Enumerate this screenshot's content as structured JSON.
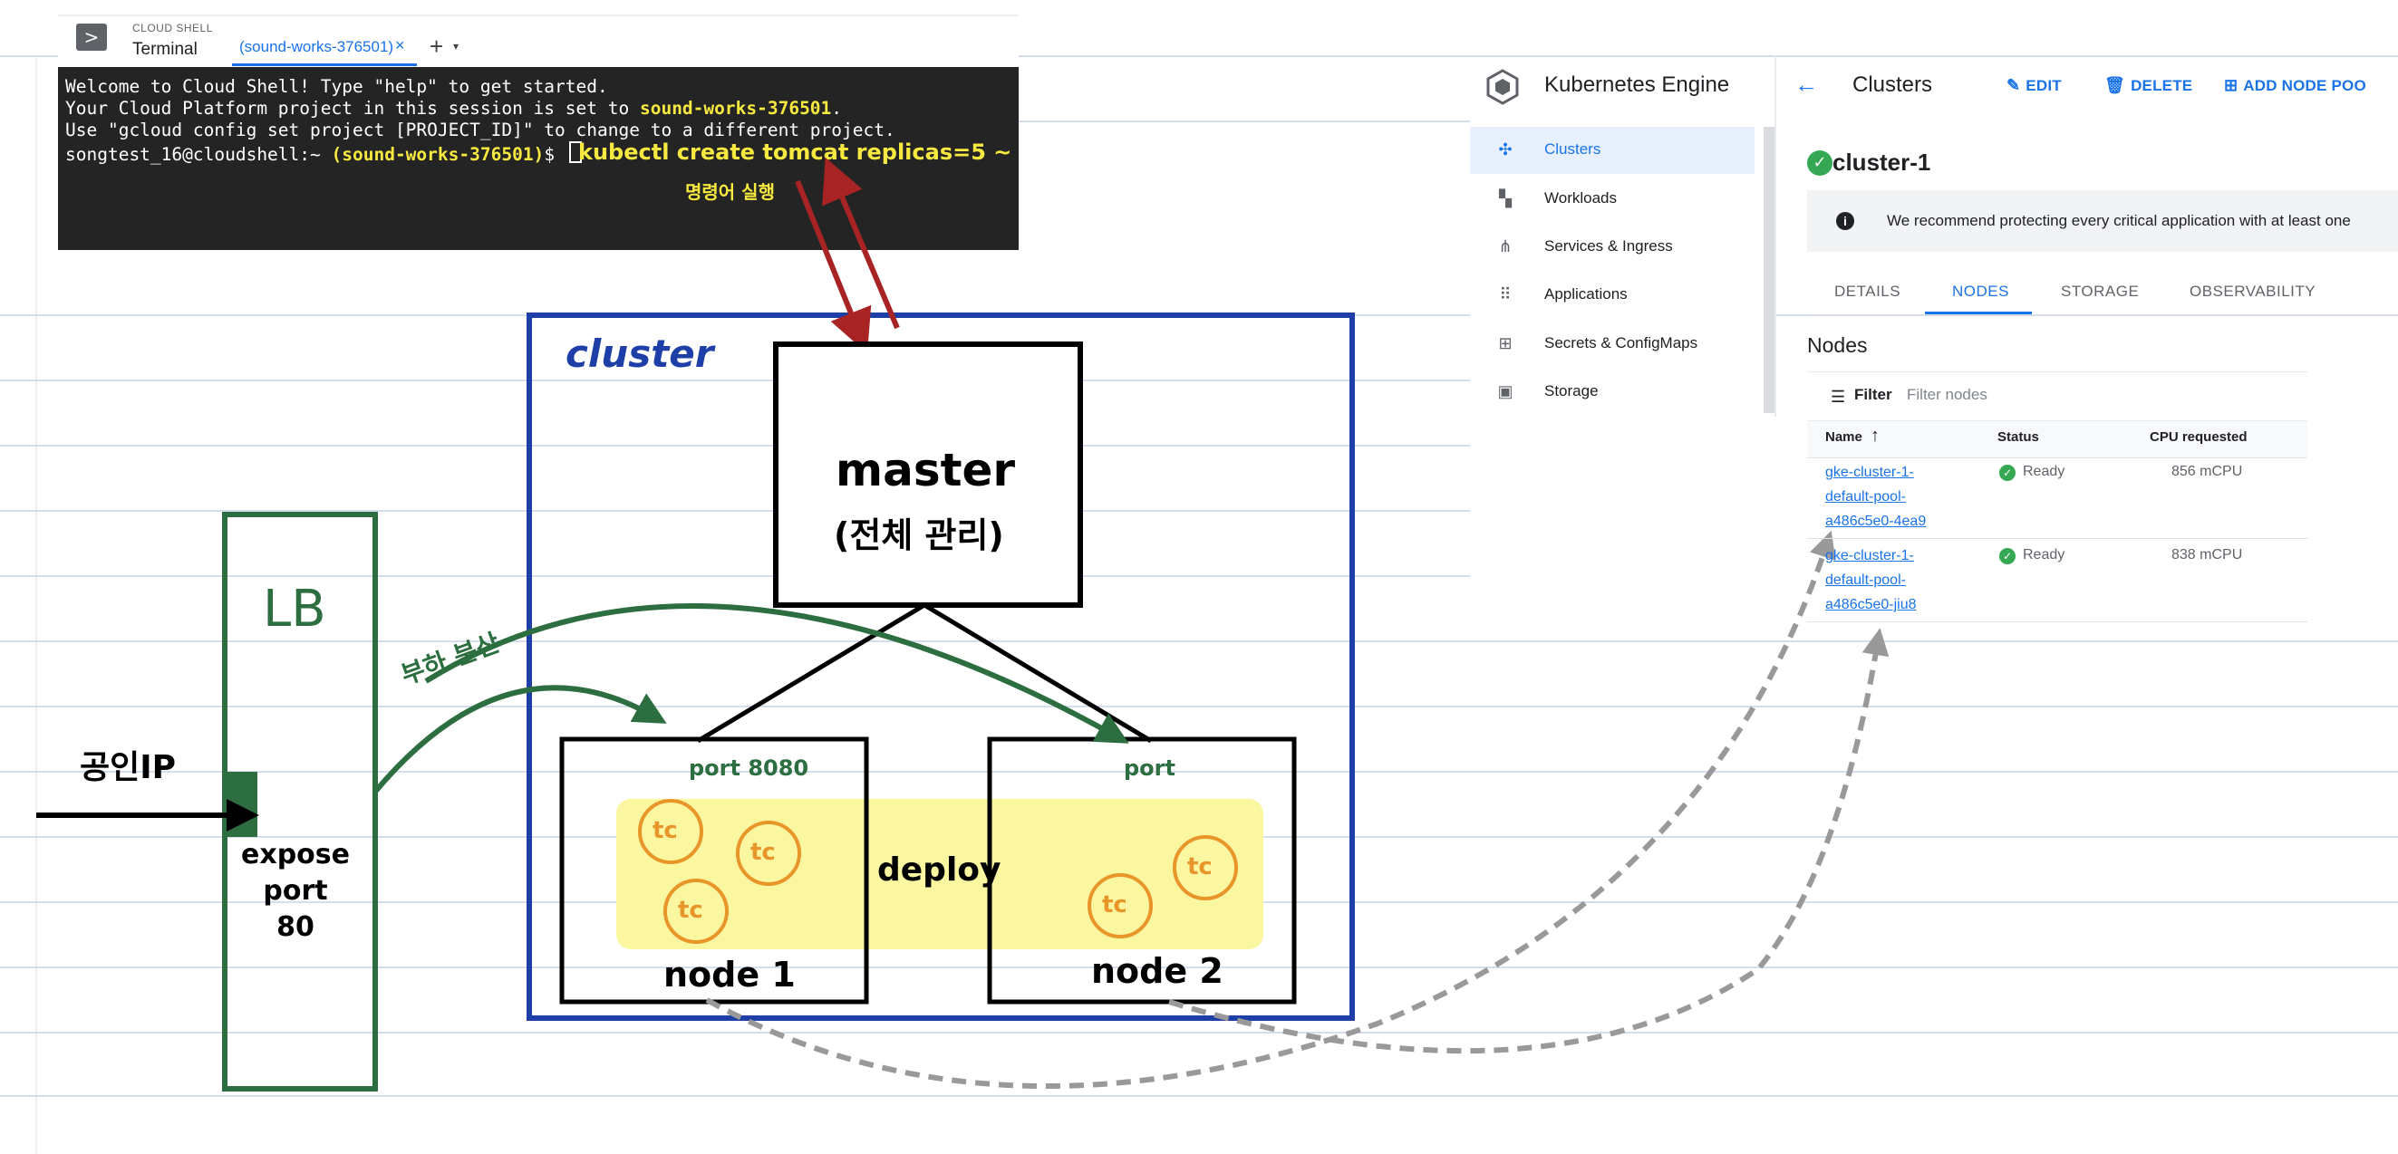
{
  "cloud_shell": {
    "product": "CLOUD SHELL",
    "title": "Terminal",
    "tab_label": "(sound-works-376501)",
    "tab_close": "×",
    "new_tab": "+",
    "new_tab_caret": "▾",
    "terminal": {
      "line1": "Welcome to Cloud Shell! Type \"help\" to get started.",
      "line2_prefix": "Your Cloud Platform project in this session is set to ",
      "line2_project": "sound-works-376501",
      "line2_suffix": ".",
      "line3": "Use \"gcloud config set project [PROJECT_ID]\" to change to a different project.",
      "prompt_user": "songtest_16@cloudshell:~ ",
      "prompt_project": "(sound-works-376501)",
      "prompt_symbol": "$ "
    }
  },
  "kubernetes": {
    "product_title": "Kubernetes Engine",
    "page_title": "Clusters",
    "actions": {
      "edit": "EDIT",
      "delete": "DELETE",
      "add_node_pool": "ADD NODE POO"
    },
    "nav": [
      {
        "label": "Clusters",
        "icon": "clusters-icon",
        "active": true
      },
      {
        "label": "Workloads",
        "icon": "workloads-icon"
      },
      {
        "label": "Services & Ingress",
        "icon": "services-icon"
      },
      {
        "label": "Applications",
        "icon": "applications-icon"
      },
      {
        "label": "Secrets & ConfigMaps",
        "icon": "secrets-icon"
      },
      {
        "label": "Storage",
        "icon": "storage-icon"
      }
    ],
    "cluster_name": "cluster-1",
    "banner": "We recommend protecting every critical application with at least one",
    "tabs": [
      "DETAILS",
      "NODES",
      "STORAGE",
      "OBSERVABILITY"
    ],
    "active_tab": "NODES",
    "section_title": "Nodes",
    "filter_label": "Filter",
    "filter_placeholder": "Filter nodes",
    "table": {
      "columns": [
        "Name",
        "Status",
        "CPU requested"
      ],
      "rows": [
        {
          "name_lines": [
            "gke-cluster-1-",
            "default-pool-",
            "a486c5e0-4ea9"
          ],
          "status": "Ready",
          "cpu": "856 mCPU"
        },
        {
          "name_lines": [
            "gke-cluster-1-",
            "default-pool-",
            "a486c5e0-jiu8"
          ],
          "status": "Ready",
          "cpu": "838 mCPU"
        }
      ]
    },
    "colors": {
      "accent": "#1a73e8",
      "ok": "#34a853"
    }
  },
  "drawing": {
    "command_note": "kubectl  create  tomcat  replicas=5 ~",
    "command_sub": "명령어 실행",
    "cluster_label": "cluster",
    "master_label": "master",
    "master_sub": "(전체 관리)",
    "lb_label": "LB",
    "external_ip": "공인IP",
    "expose_lines": [
      "expose",
      "port",
      "80"
    ],
    "balance_label": "부하 분산",
    "node1_label": "node 1",
    "node2_label": "node 2",
    "port1_label": "port 8080",
    "port2_label": "port",
    "deploy_label": "deploy",
    "pod_label": "tc",
    "colors": {
      "cluster_box": "#1e3fa8",
      "lb_box": "#2c6e3f",
      "red_arrow": "#a82424",
      "pod_orange": "#e8952a",
      "deploy_highlight": "#fbf7a0"
    }
  }
}
